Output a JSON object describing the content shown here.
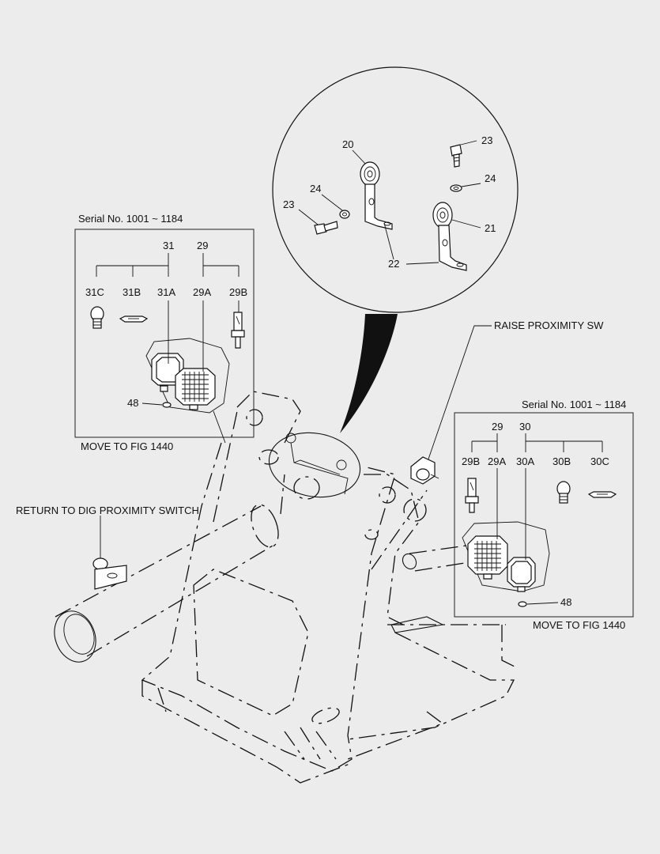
{
  "detail_circle": {
    "callouts": [
      "20",
      "23",
      "24",
      "23",
      "24",
      "21",
      "22"
    ]
  },
  "left_box": {
    "serial": "Serial No. 1001 ~ 1184",
    "group_a": "31",
    "group_b": "29",
    "items": [
      "31C",
      "31B",
      "31A",
      "29A",
      "29B"
    ],
    "washer": "48",
    "note": "MOVE TO FIG 1440"
  },
  "right_box": {
    "serial": "Serial No. 1001 ~ 1184",
    "group_a": "29",
    "group_b": "30",
    "items": [
      "29B",
      "29A",
      "30A",
      "30B",
      "30C"
    ],
    "washer": "48",
    "note": "MOVE TO FIG 1440"
  },
  "labels": {
    "raise_sw": "RAISE PROXIMITY SW",
    "return_sw": "RETURN TO DIG PROXIMITY SWITCH"
  }
}
